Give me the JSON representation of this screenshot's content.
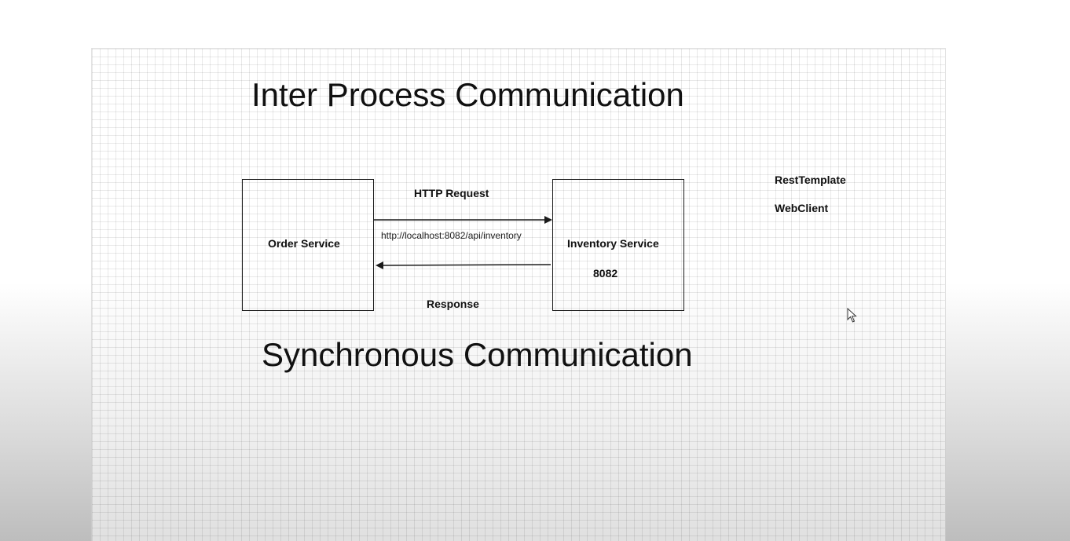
{
  "diagram": {
    "title": "Inter Process Communication",
    "subtitle": "Synchronous Communication",
    "order_service": {
      "label": "Order Service"
    },
    "inventory_service": {
      "label": "Inventory Service",
      "port": "8082"
    },
    "request": {
      "label": "HTTP Request",
      "url": "http://localhost:8082/api/inventory"
    },
    "response": {
      "label": "Response"
    },
    "clients": [
      "RestTemplate",
      "WebClient"
    ]
  },
  "colors": {
    "stroke": "#1a1a1a",
    "text": "#111111",
    "grid": "#e0e0e0"
  }
}
